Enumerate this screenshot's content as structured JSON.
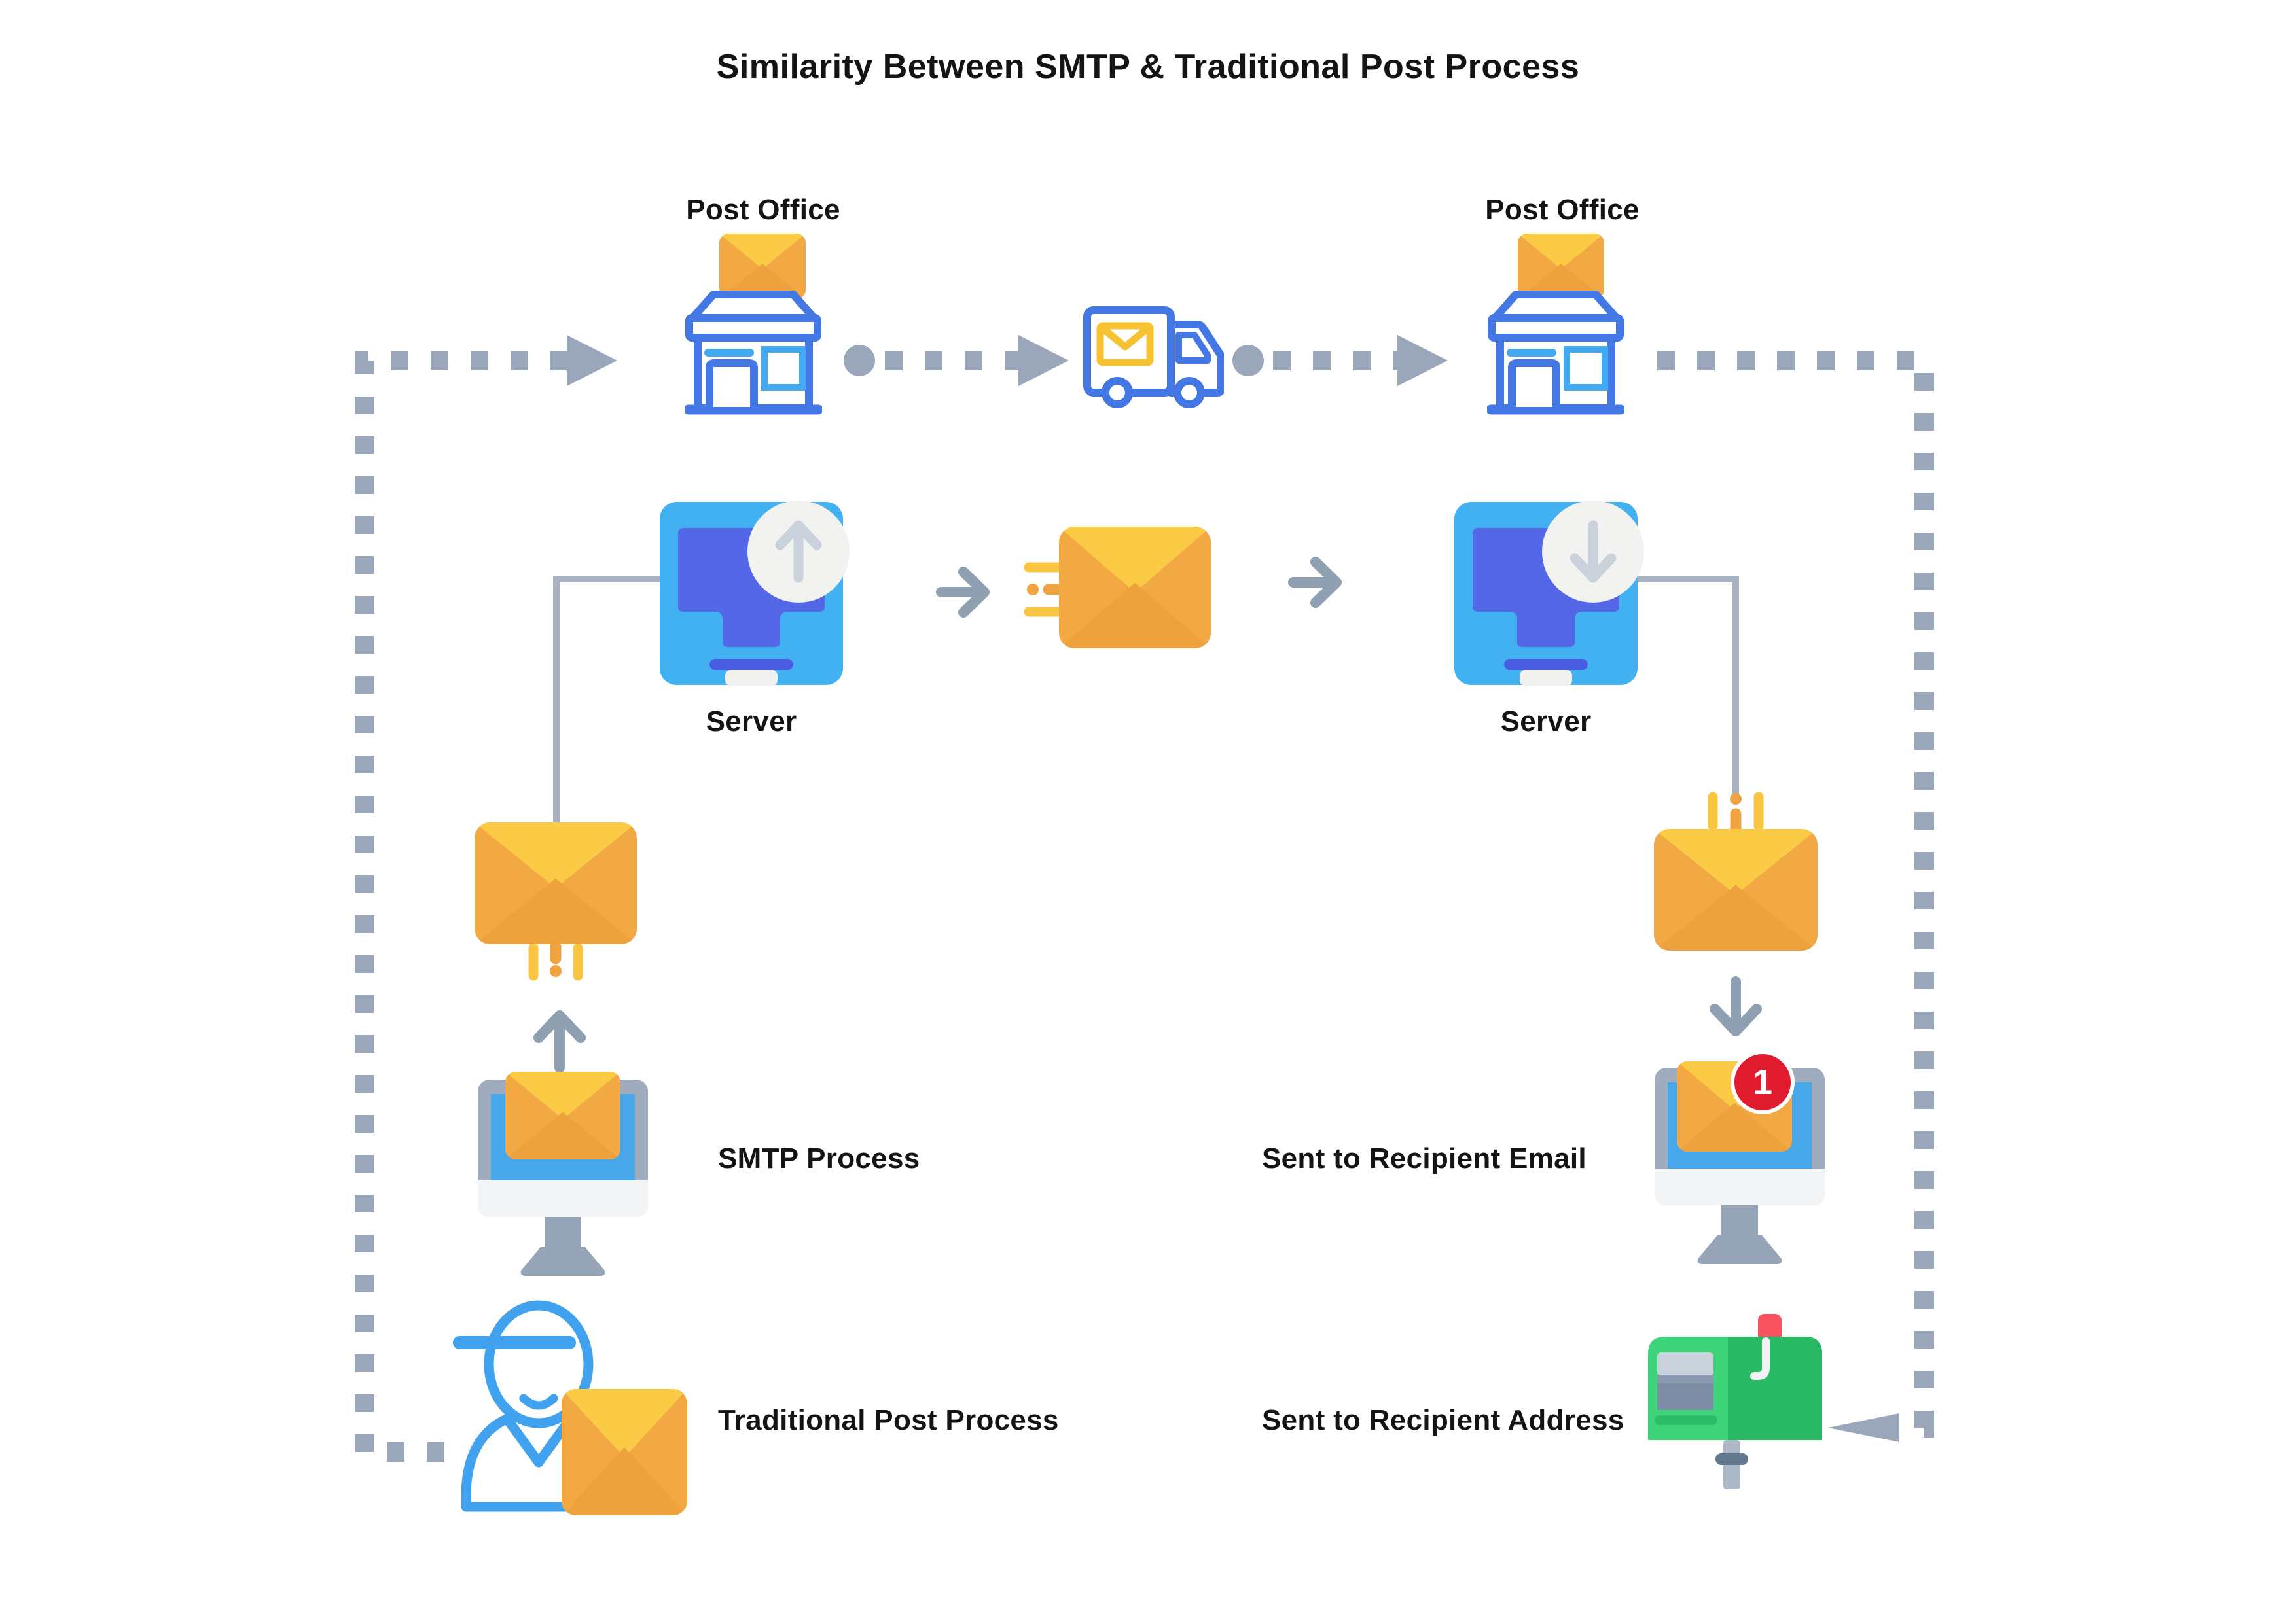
{
  "title": "Similarity Between SMTP & Traditional Post Process",
  "post_route": {
    "post_office_left": "Post Office",
    "post_office_right": "Post Office",
    "process_label": "Traditional Post Process",
    "recipient_label": "Sent to Recipient Address"
  },
  "smtp_route": {
    "server_left": "Server",
    "server_right": "Server",
    "process_label": "SMTP Process",
    "recipient_label": "Sent to Recipient Email",
    "unread_badge": "1"
  },
  "icons": [
    "envelope-icon",
    "post-office-icon",
    "mail-truck-icon",
    "server-upload-icon",
    "server-download-icon",
    "monitor-outgoing-mail-icon",
    "monitor-incoming-mail-icon",
    "notification-badge",
    "postman-icon",
    "mailbox-icon",
    "dashed-route",
    "flow-dot",
    "arrow-right-icon",
    "arrow-up-icon",
    "arrow-down-icon",
    "arrow-left-icon"
  ],
  "colors": {
    "dash_gray": "#9AA6B9",
    "arrow_gray": "#8FA0B3",
    "outline_blue": "#4377E3",
    "accent_light_blue": "#43A9F1",
    "server_body_blue": "#41B1F1",
    "server_inner_indigo": "#5468E7",
    "envelope_yellow": "#FCCB45",
    "envelope_orange": "#F2A943",
    "monitor_gray": "#9FACBE",
    "screen_blue": "#47A7E9",
    "badge_red": "#E11B2E",
    "mailbox_green_light": "#3ED47A",
    "mailbox_green_dark": "#29B965",
    "flag_red": "#F8525F",
    "text": "#141414"
  }
}
